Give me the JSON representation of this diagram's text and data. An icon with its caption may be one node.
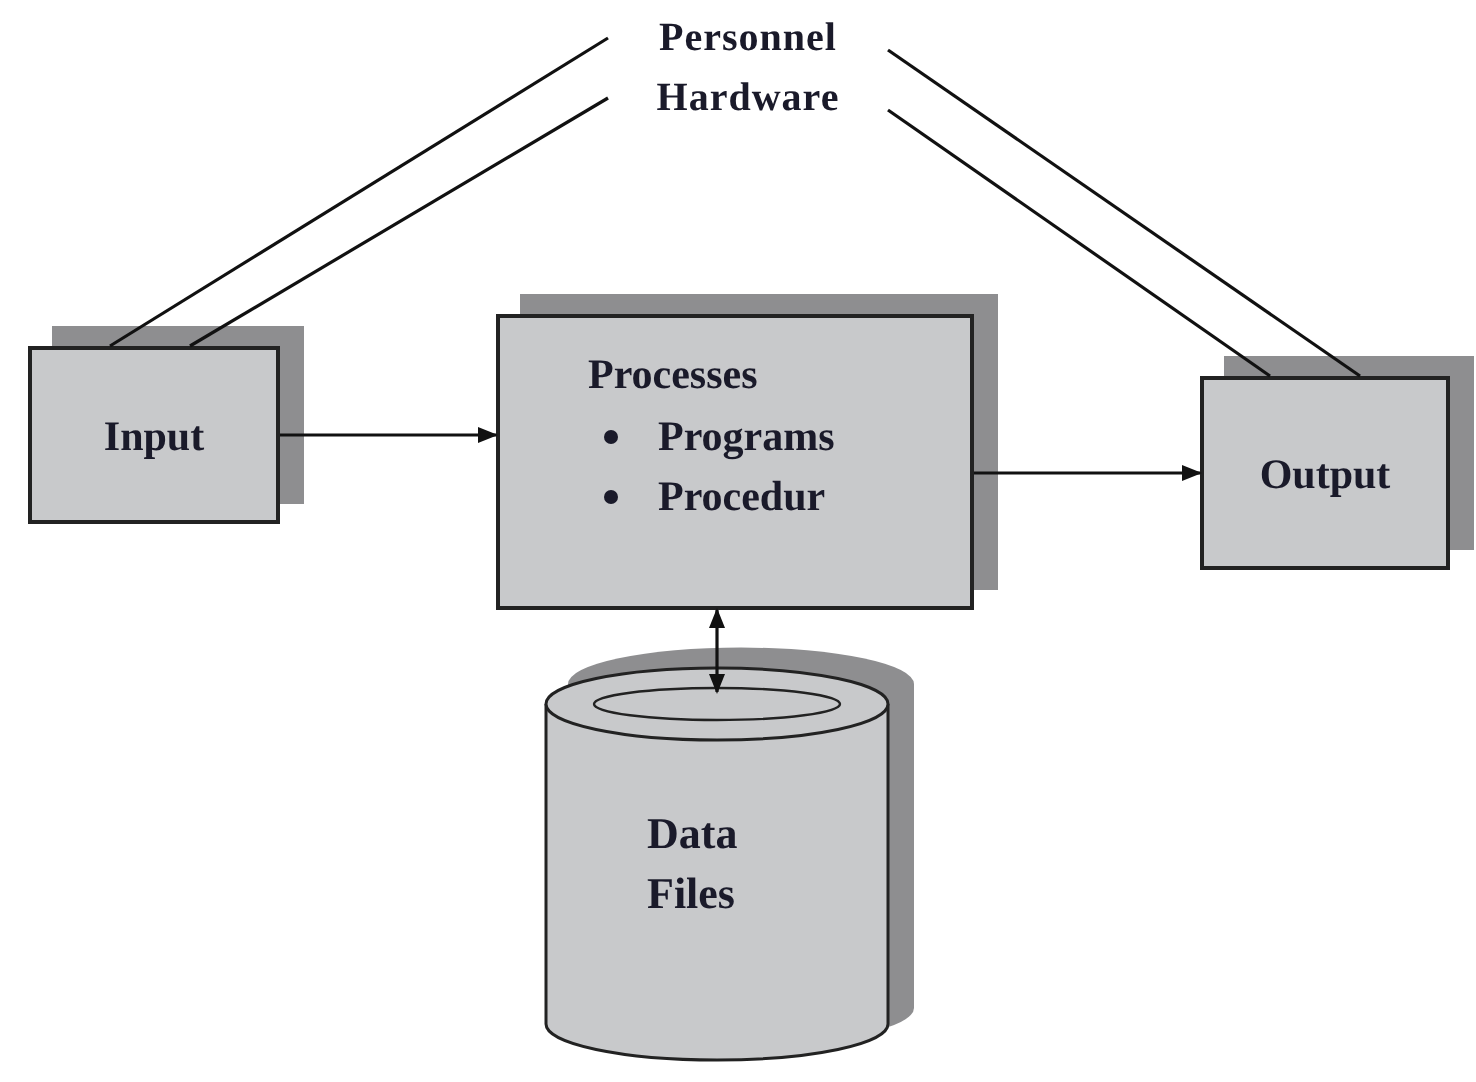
{
  "diagram": {
    "nodes": [
      {
        "text": [
          "Personnel"
        ]
      },
      {
        "text": [
          "Hardware"
        ]
      },
      {
        "text": [
          "Input"
        ]
      },
      {
        "text": [
          "Processes",
          "Programs",
          "Procedur"
        ]
      },
      {
        "text": [
          "Output"
        ]
      },
      {
        "text": [
          "Data Files"
        ]
      }
    ],
    "edges": [
      {
        "from": 0,
        "to": 2,
        "arrow": "none"
      },
      {
        "from": 1,
        "to": 2,
        "arrow": "none"
      },
      {
        "from": 0,
        "to": 4,
        "arrow": "none"
      },
      {
        "from": 1,
        "to": 4,
        "arrow": "none"
      },
      {
        "from": 2,
        "to": 3,
        "arrow": "to"
      },
      {
        "from": 3,
        "to": 4,
        "arrow": "to"
      },
      {
        "from": 3,
        "to": 5,
        "arrow": "both"
      }
    ]
  }
}
